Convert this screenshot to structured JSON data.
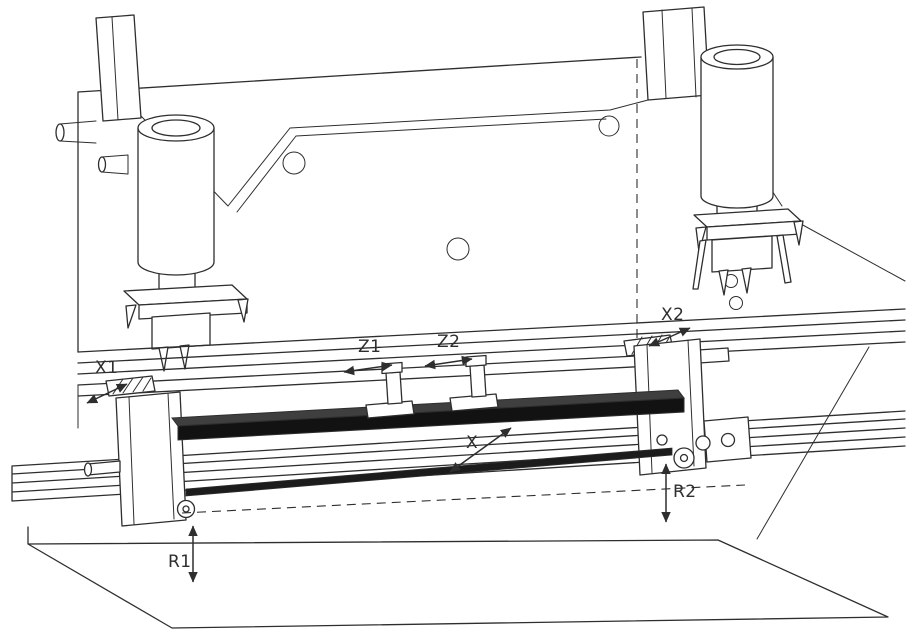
{
  "colors": {
    "bg": "#ffffff",
    "line": "#2e2e2e",
    "beamTop": "#3f3f3f",
    "beamFront": "#121212",
    "barFill": "#1c1c1c"
  },
  "labels": {
    "x1": "X1",
    "z1": "Z1",
    "z2": "Z2",
    "x2": "X2",
    "x": "X",
    "r1": "R1",
    "r2": "R2"
  }
}
